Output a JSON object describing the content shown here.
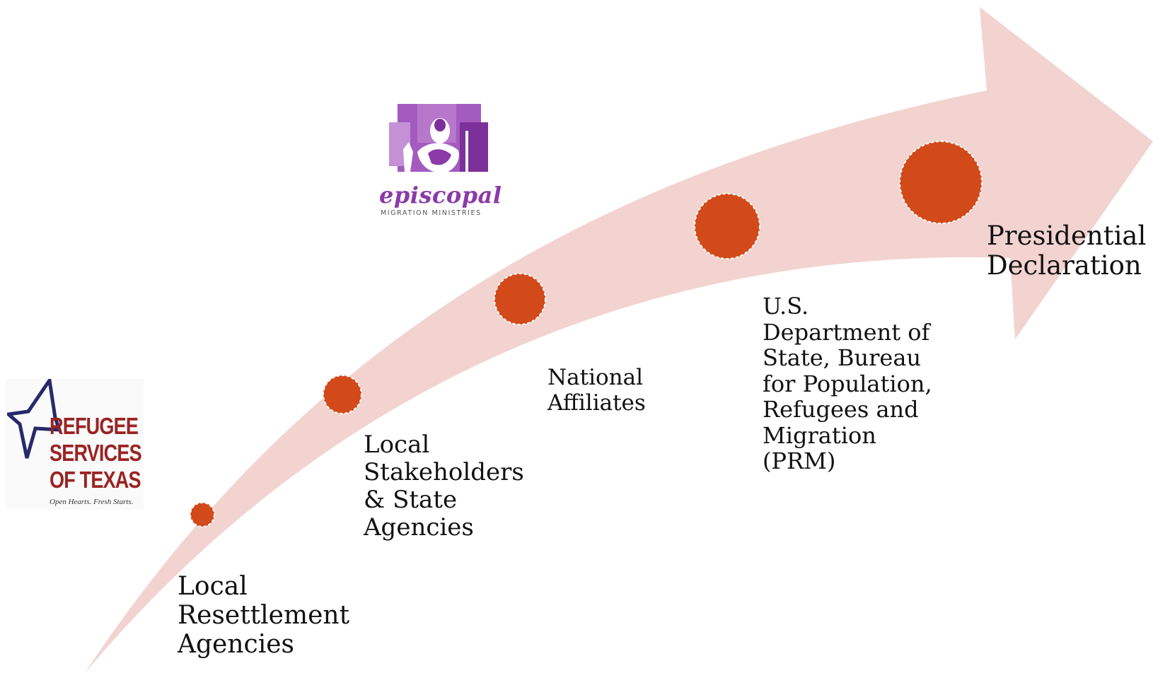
{
  "colors": {
    "arrow_fill": "#f2d3cf",
    "node_fill": "#d24a1a",
    "node_stroke": "#ffffff",
    "label_text": "#111111",
    "rst_red": "#9b2323",
    "rst_star": "#262a6b",
    "emm_purple": "#8b3aa8"
  },
  "stages": [
    {
      "lines": [
        "Local",
        "Resettlement",
        "Agencies"
      ]
    },
    {
      "lines": [
        "Local",
        "Stakeholders",
        "& State",
        "Agencies"
      ]
    },
    {
      "lines": [
        "National",
        "Affiliates"
      ]
    },
    {
      "lines": [
        "U.S.",
        "Department of",
        "State, Bureau",
        "for Population,",
        "Refugees and",
        "Migration",
        "(PRM)"
      ]
    },
    {
      "lines": [
        "Presidential",
        "Declaration"
      ]
    }
  ],
  "logos": {
    "refugee_services": {
      "lines": [
        "REFUGEE",
        "SERVICES",
        "OF TEXAS"
      ],
      "tagline": "Open Hearts. Fresh Starts.",
      "icon": "star-icon"
    },
    "episcopal": {
      "name": "episcopal",
      "subtitle": "MIGRATION MINISTRIES",
      "icon": "holy-family-icon"
    }
  }
}
